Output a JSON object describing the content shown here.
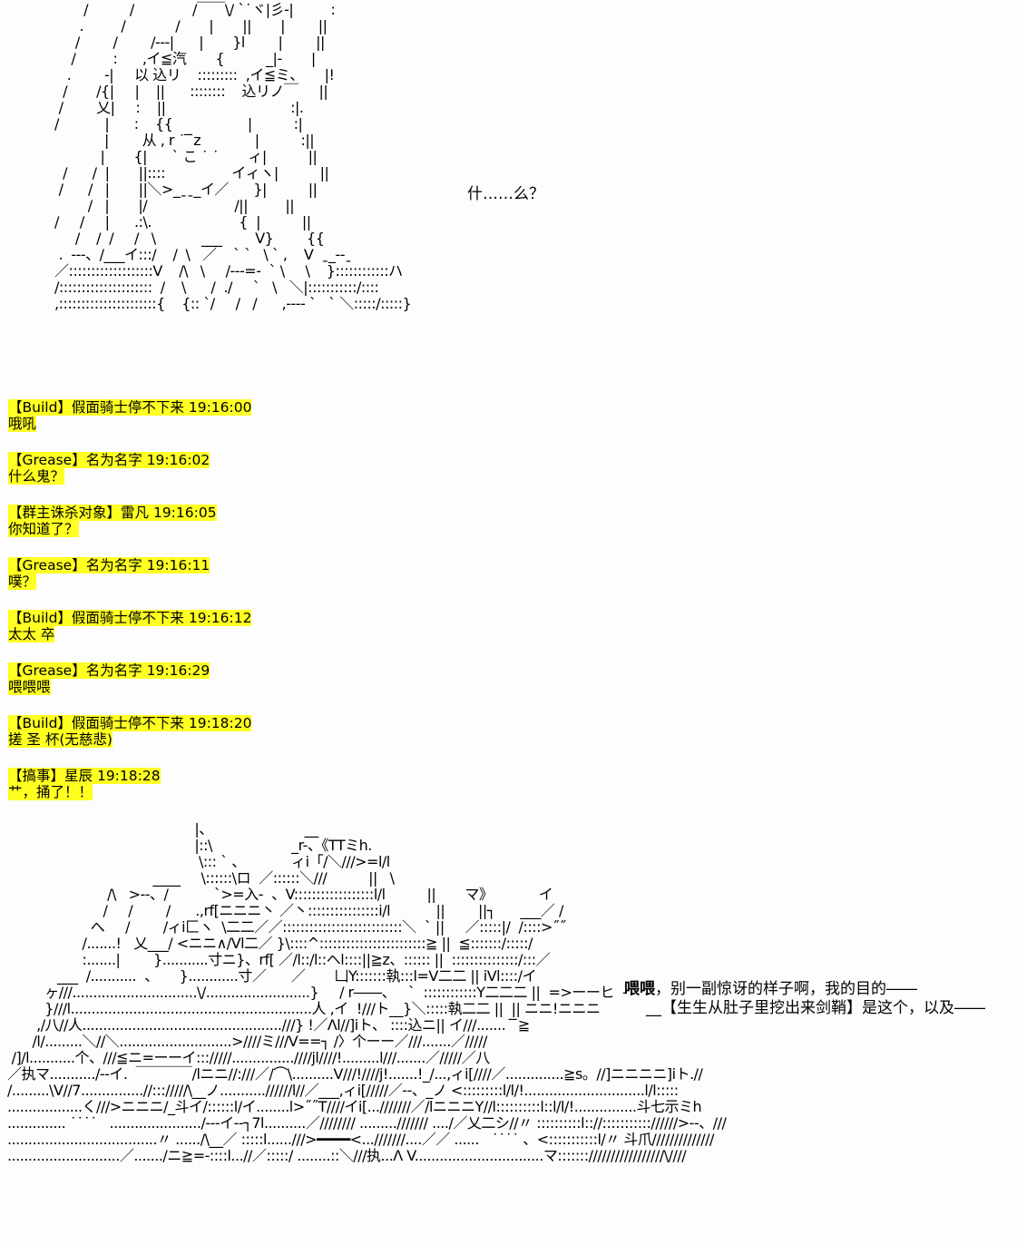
{
  "top_art": {
    "lines": [
      "       /          /              /￣￣\\/ ˋ˙ヾ|彡-|         :",
      "      .         /            /       |       ||       |        ||",
      "     /        /        /---|      |       }l        |        ||",
      "    /         :      ,イ≦汽       {          _|-       |",
      "   .        -|     以 込リ    :::::::::  ,イ≦ミ、     |!",
      "  /       /{|     |    ||      ::::::::    込リノ￣     ||",
      " /        乂|     :    ||                              :|.",
      "/           |      :    {{                  |          :|",
      "            |        从 , r ˙ ̄ ̄z             |          :||",
      "           |       {|      ˋ こ ˙ ˙       ィ|          ||",
      "  /      /  |       ||::::                イィヽ|          ||",
      " /      /   |       ||＼>_ˍˍ_イ／      }|          ||",
      "        /   |       |/                     /||         ||",
      "/     /     |      .:\\.                     {  |          ||",
      "     /    /  /     /   \\           ___        V}        {{",
      " .  ---、/___イ:::/    /  \\   ／    ˋ ˋ   \\ ` ,    V  ˍ_--ˍ",
      "／:::::::::::::::::::V    /\\   \\     /---=-  ˋ \\     \\    }::::::::::::ハ",
      "/:::::::::::::::::::::  /    \\      /  ./     ˋ   \\   ＼|:::::::::::/::::",
      ",::::::::::::::::::::::{    {:: ˋ/     /   /      ,---- ˋ   ` ＼:::::/:::::}"
    ],
    "speech": "什……么？"
  },
  "chat": [
    {
      "tag": "【Build】",
      "name": "假面骑士停不下来",
      "time": "19:16:00",
      "text": "哦吼"
    },
    {
      "tag": "【Grease】",
      "name": "名为名字",
      "time": "19:16:02",
      "text": "什么鬼？"
    },
    {
      "tag": "【群主诛杀对象】",
      "name": "雷凡",
      "time": "19:16:05",
      "text": "你知道了？"
    },
    {
      "tag": "【Grease】",
      "name": "名为名字",
      "time": "19:16:11",
      "text": "噗？"
    },
    {
      "tag": "【Build】",
      "name": "假面骑士停不下来",
      "time": "19:16:12",
      "text": "太太 卒"
    },
    {
      "tag": "【Grease】",
      "name": "名为名字",
      "time": "19:16:29",
      "text": "喂喂喂"
    },
    {
      "tag": "【Build】",
      "name": "假面骑士停不下来",
      "time": "19:18:20",
      "text": "搓 圣 杯(无慈悲)"
    },
    {
      "tag": "【搞事】",
      "name": "星辰",
      "time": "19:18:28",
      "text": "艹，捅了！！"
    }
  ],
  "bottom_art": {
    "lines": [
      "                                             |、                      __",
      "                                             |::\\                   _r-、《TTミh.",
      "                                              \\::: ` 、           ィi「/＼///>=l/l",
      "                                   ____     \\::::::\\ロ  ／::::::＼///          ||   \\",
      "                        /\\   >--、/           ˋ>=入-  、V::::::::::::::::::l/l          ||       マ》           イ",
      "                       /     /        /      .,rf[ニニニ丶 ／丶::::::::::::::::i/l           ||        ||┐      ___／ /",
      "                    へ     /        /ィi匚ヽ  \\二二／／:::::::::::::::::::::::::::＼  ` ||     ／:::::|/  /::::>˝˝",
      "                  /.......!   乂___/ <ニニ∧/Vl二／ }\\::::^::::::::::::::::::::::::≧ ||  ≦:::::::/:::::/",
      "                  :.......|        }...........寸ニ}、rf[ ／/l::/l::ヘl::::||≧z、:::::: ||  :::::::::::::::/:::／",
      "            ___  /...........  、     }............寸／      ／       凵Y:::::::執:::l=V二二 || iVl::::/イ",
      "         ヶ///..............................\\/.........................}     / r――、   ˋ  ::::::::::::Y二二二 ||  =>ーーヒ  -",
      "         }///l..........................................................人 ,イ  !///ト__}＼:::::執二二 ||  || ニニ!ニニニ",
      "       ,/八//人................................................///} !／Λl//]ⅰト、 ::::込ニ|| イ///.......  ̄ ̄≧",
      "      /l/.........＼//＼...........................>////ミ///V==┐ /〉个ーー／///.......／/////",
      " /]/l...........个、///≦ニ=ーーイ::://///...............////jl////!.........l///.......／/////／八",
      "／执マ.........../--イ.  ￣￣￣￣/lニニ//:///／/⌒\\..........V///!////j!.......!_/...,ィi[////／..............≧s。//]ニニニニ]ⅰト.//",
      "/.........\\V//7...............//::://///\\__ノ...........//////l//／___,ィi[/////／--、_ノ <:::::::::l/l/!.............................l/l:::::",
      "..................く///>ニニニ/_斗イ/::::::l/イ........l>˝˝T////イi[...///////／/lニニニY//l::::::::::l::l/l/!...............斗七示ミh",
      ".............. ˙˙˙˙   ....................../---イ--┐7l..........／//////// ........./////// ..../／乂二シ//〃 ::::::::::l:://::::::::::://////>--、///",
      "....................................〃 ....../\\__／ :::::l......///>━━━━<...///////....／／ ......   ˙˙˙˙ 、<:::::::::::l/〃 斗爪//////////////",
      "...........................／......./ニ≧=-::::l...//／:::::/ ........::＼///执...Λ V...............................マ::::::://///////////////\\////"
    ]
  },
  "dialogue": {
    "line1_bold": "喂喂",
    "line1_rest": "，别一副惊讶的样子啊，我的目的――",
    "line2": "__【生生从肚子里挖出来剑鞘】是这个，以及――"
  }
}
